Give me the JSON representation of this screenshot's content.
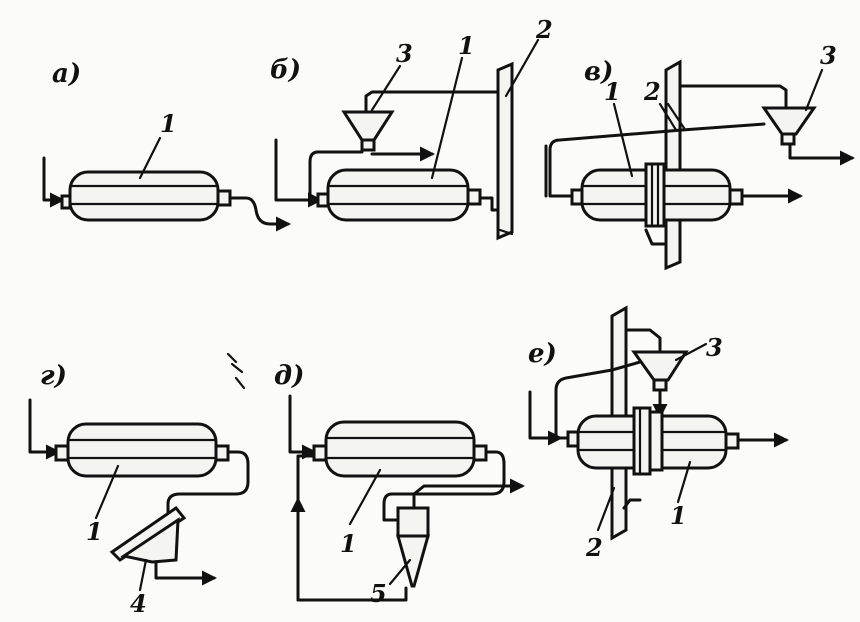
{
  "panels": [
    {
      "id": "a",
      "letter": "а)",
      "labels": {
        "mill": "1"
      }
    },
    {
      "id": "b",
      "letter": "б)",
      "labels": {
        "mill": "1",
        "wall": "2",
        "hopper": "3"
      }
    },
    {
      "id": "v",
      "letter": "в)",
      "labels": {
        "mill": "1",
        "wall": "2",
        "hopper": "3"
      }
    },
    {
      "id": "g",
      "letter": "г)",
      "labels": {
        "mill": "1",
        "screen": "4"
      }
    },
    {
      "id": "d",
      "letter": "д)",
      "labels": {
        "mill": "1",
        "cyclone": "5"
      }
    },
    {
      "id": "e",
      "letter": "е)",
      "labels": {
        "mill": "1",
        "wall": "2",
        "hopper": "3"
      }
    }
  ]
}
